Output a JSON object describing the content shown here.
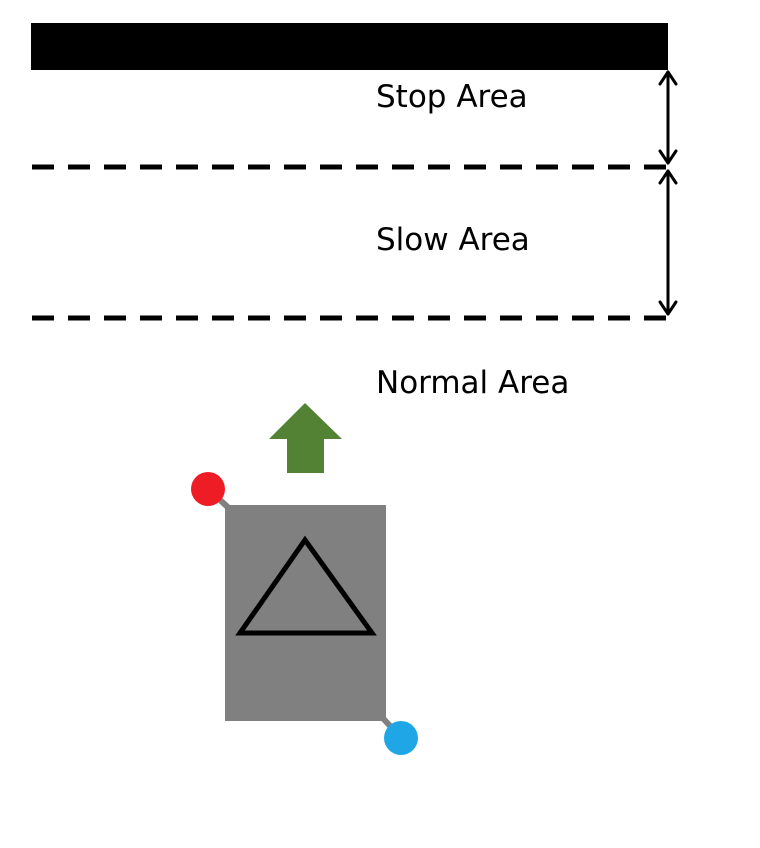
{
  "labels": {
    "stop_area": "Stop Area",
    "slow_area": "Slow Area",
    "normal_area": "Normal Area"
  },
  "colors": {
    "wall": "#000000",
    "boundary": "#000000",
    "robot_body": "#808080",
    "heading_arrow": "#548235",
    "sensor_front": "#ee1c25",
    "sensor_rear": "#1ea6e6",
    "sensor_mount": "#808080"
  },
  "icons": {
    "heading": "up-arrow-icon",
    "robot_marker": "triangle-icon"
  }
}
